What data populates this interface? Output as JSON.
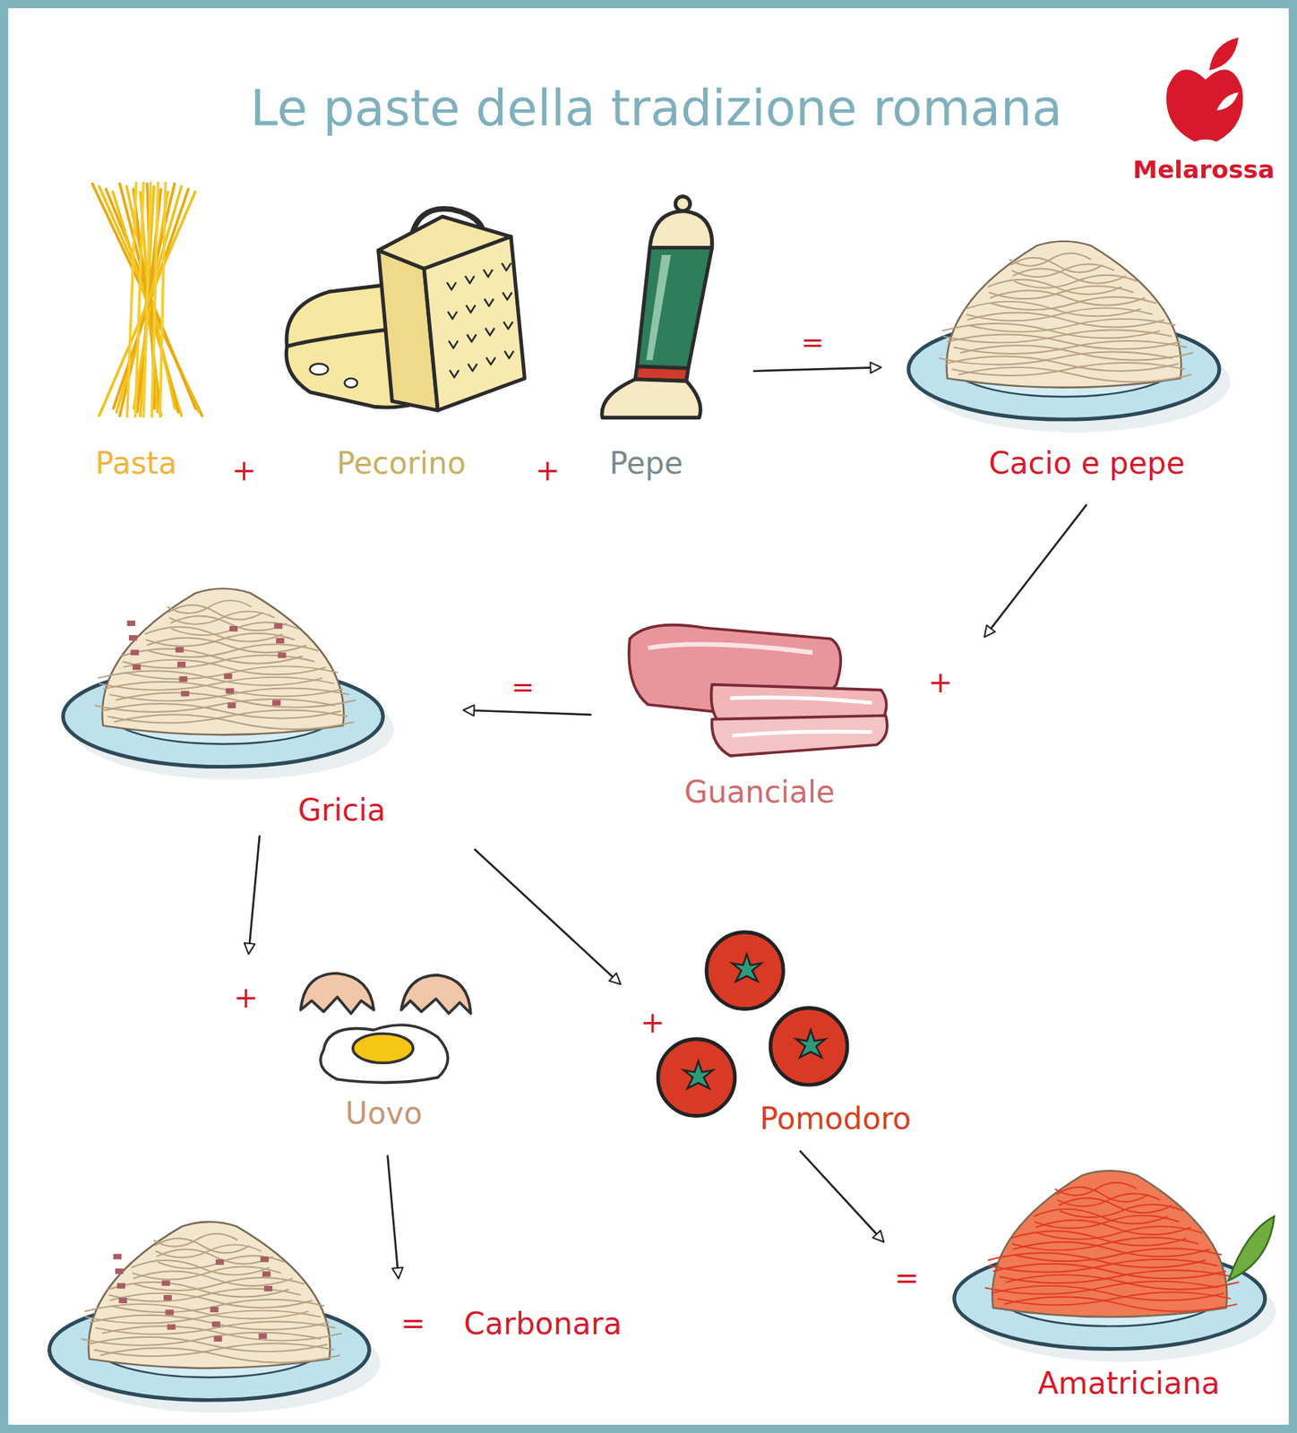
{
  "diagram": {
    "title": "Le paste della tradizione romana",
    "nodes": [
      {
        "text": [
          "Pasta"
        ]
      },
      {
        "text": [
          "Pecorino"
        ]
      },
      {
        "text": [
          "Pepe"
        ]
      },
      {
        "text": [
          "Cacio e pepe"
        ]
      },
      {
        "text": [
          "Guanciale"
        ]
      },
      {
        "text": [
          "Gricia"
        ]
      },
      {
        "text": [
          "Uovo"
        ]
      },
      {
        "text": [
          "Pomodoro"
        ]
      },
      {
        "text": [
          "Carbonara"
        ]
      },
      {
        "text": [
          "Amatriciana"
        ]
      }
    ],
    "edges": [
      {
        "from": 2,
        "to": 3,
        "arrow": "to",
        "label": "="
      },
      {
        "from": 3,
        "to": 4,
        "arrow": "to"
      },
      {
        "from": 4,
        "to": 5,
        "arrow": "to",
        "label": "="
      },
      {
        "from": 5,
        "to": 6,
        "arrow": "to"
      },
      {
        "from": 5,
        "to": 7,
        "arrow": "to"
      },
      {
        "from": 6,
        "to": 8,
        "arrow": "to"
      },
      {
        "from": 7,
        "to": 9,
        "arrow": "to"
      }
    ],
    "labels": [
      "Melarossa",
      "+",
      "+",
      "+",
      "+",
      "+",
      "=",
      "="
    ]
  }
}
